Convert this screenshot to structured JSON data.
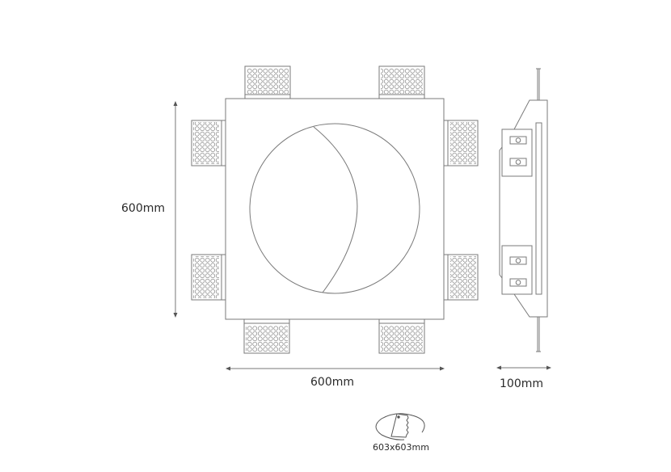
{
  "drawing": {
    "front_view": {
      "height_label": "600mm",
      "width_label": "600mm"
    },
    "side_view": {
      "depth_label": "100mm"
    },
    "cutout": {
      "size_label": "603x603mm",
      "icon": "saw-cutout-icon"
    },
    "colors": {
      "line": "#7a7a7a",
      "text": "#2a2a2a",
      "background": "#ffffff"
    }
  }
}
